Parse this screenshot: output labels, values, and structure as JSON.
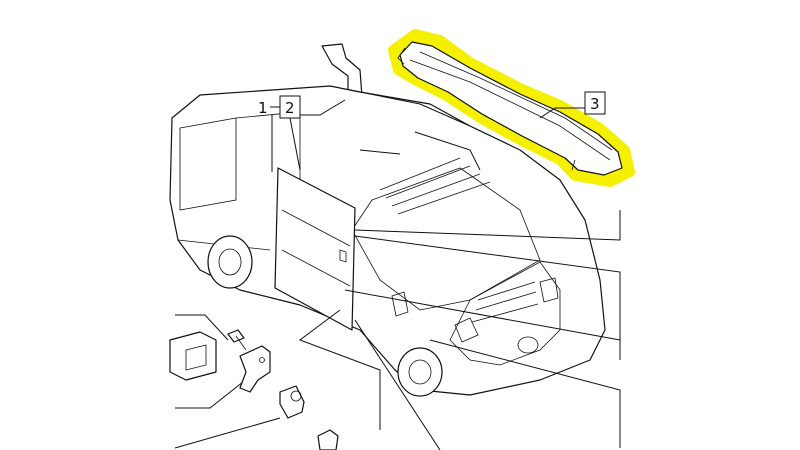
{
  "callouts": [
    {
      "id": "1",
      "text": "1"
    },
    {
      "id": "2",
      "text": "2"
    },
    {
      "id": "3",
      "text": "3"
    }
  ],
  "highlight_color": "#f5f000",
  "line_color": "#111111",
  "background_color": "#ffffff"
}
